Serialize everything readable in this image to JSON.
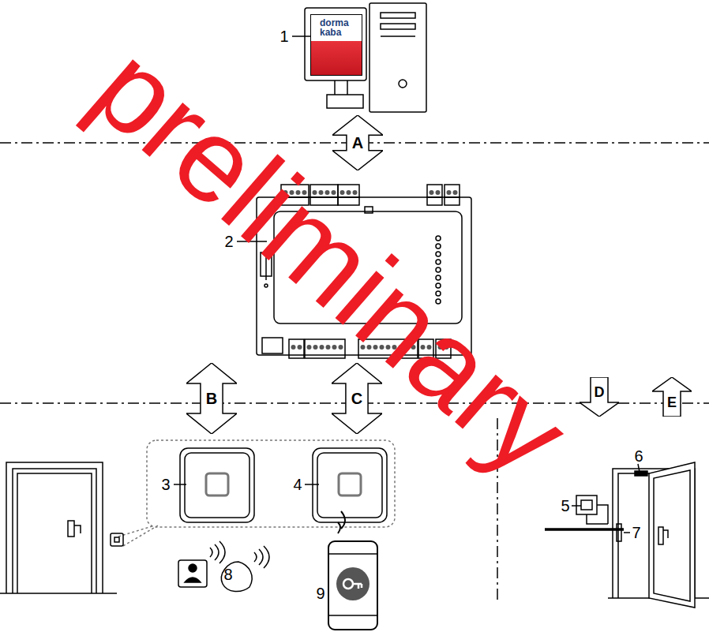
{
  "diagram": {
    "nodes": [
      {
        "text": [
          "dorma kaba"
        ]
      },
      {
        "text": [
          "A"
        ]
      },
      {
        "text": [
          "B"
        ]
      },
      {
        "text": [
          "C"
        ]
      },
      {
        "text": [
          "D"
        ]
      },
      {
        "text": [
          "E"
        ]
      }
    ],
    "labels": [
      "1",
      "2",
      "3",
      "4",
      "5",
      "6",
      "7",
      "8",
      "9",
      "preliminary"
    ]
  }
}
